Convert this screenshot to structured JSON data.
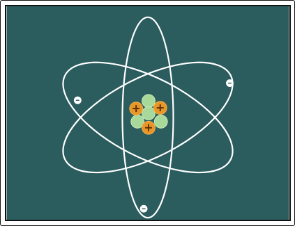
{
  "colors": {
    "background": "#2b5c5e",
    "orbit": "#ffffff",
    "proton": "#e8962a",
    "neutron": "#a8d99a",
    "proton_border": "#f6b040",
    "neutron_border": "#c8ecbb",
    "electron_fill": "#ffffff",
    "electron_sign": "#2b5c5e",
    "proton_sign": "#5a2f00"
  },
  "icons": {
    "atom": "atom-icon",
    "proton": "plus-sign",
    "electron": "minus-sign"
  },
  "nucleus": {
    "protons": 3,
    "neutrons": 4
  },
  "electrons": 3,
  "orbits": 3
}
